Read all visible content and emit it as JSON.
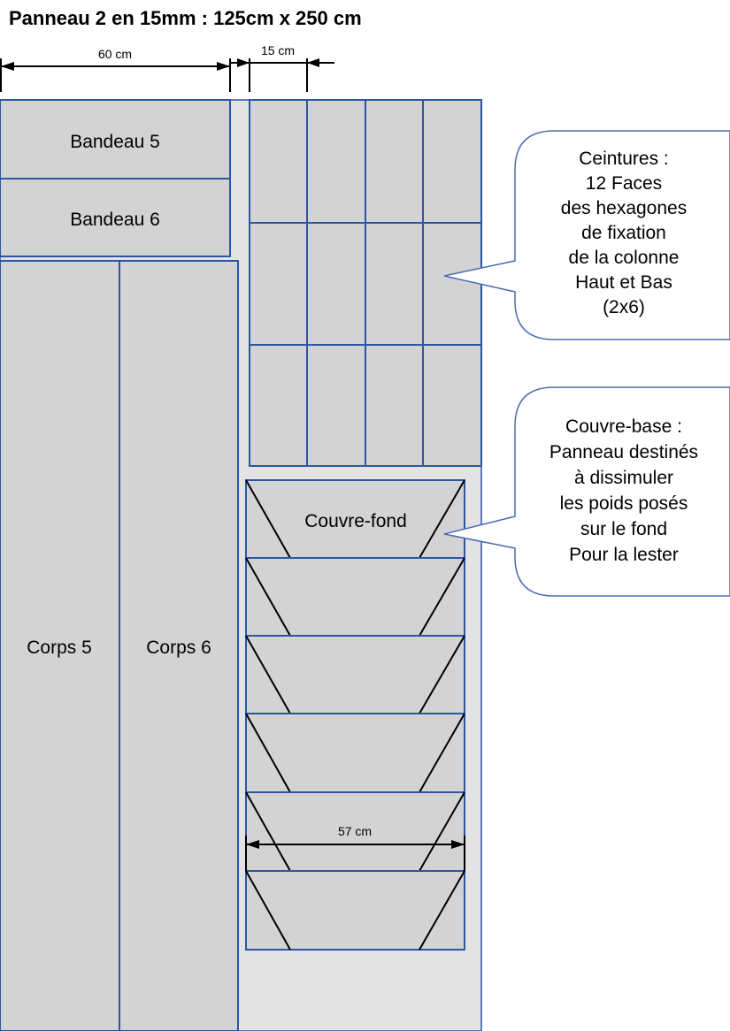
{
  "title": "Panneau 2 en 15mm : 125cm x 250 cm",
  "dimensions": {
    "width_60": "60 cm",
    "width_15": "15 cm",
    "width_57": "57 cm"
  },
  "pieces": {
    "bandeau5": "Bandeau 5",
    "bandeau6": "Bandeau 6",
    "corps5": "Corps 5",
    "corps6": "Corps 6",
    "couvre_fond": "Couvre-fond"
  },
  "callouts": {
    "ceintures": [
      "Ceintures :",
      "12 Faces",
      "des hexagones",
      "de fixation",
      "de la colonne",
      "Haut et Bas",
      "(2x6)"
    ],
    "couvre_base": [
      "Couvre-base :",
      "Panneau destinés",
      "à dissimuler",
      "les poids posés",
      "sur le fond",
      "Pour la lester"
    ]
  },
  "colors": {
    "piece_fill": "#d3d3d3",
    "piece_stroke": "#2e55a1",
    "panel_fill": "#e3e3e3"
  }
}
